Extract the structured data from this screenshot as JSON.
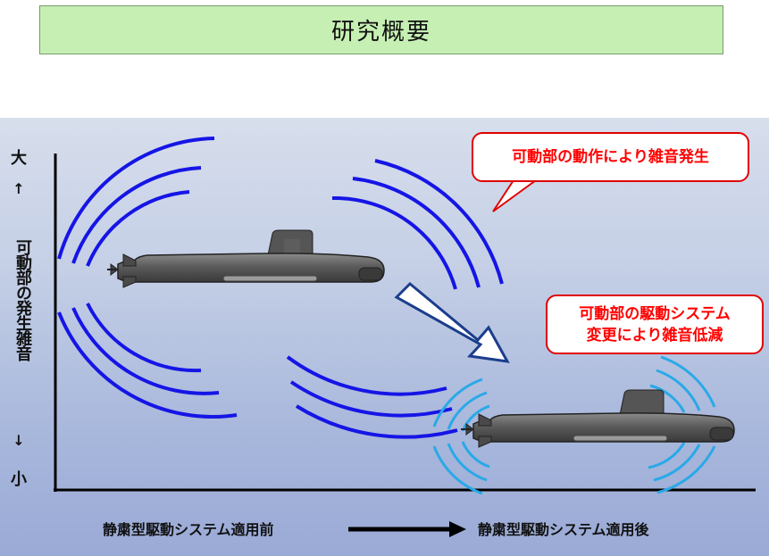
{
  "title": "研究概要",
  "y_axis": {
    "top": "大",
    "up_arrow": "↑",
    "label": "可動部の発生雑音",
    "down_arrow": "↓",
    "bottom": "小"
  },
  "callout_before": "可動部の動作により雑音発生",
  "callout_after_line1": "可動部の駆動システム",
  "callout_after_line2": "変更により雑音低減",
  "x_axis": {
    "left": "静粛型駆動システム適用前",
    "right": "静粛型駆動システム適用後"
  },
  "colors": {
    "title_bg": "#c6efb3",
    "loud_wave": "#1515e6",
    "quiet_wave": "#29a9e8",
    "callout_text": "#ff0000",
    "submarine": "#5a5a5a"
  }
}
